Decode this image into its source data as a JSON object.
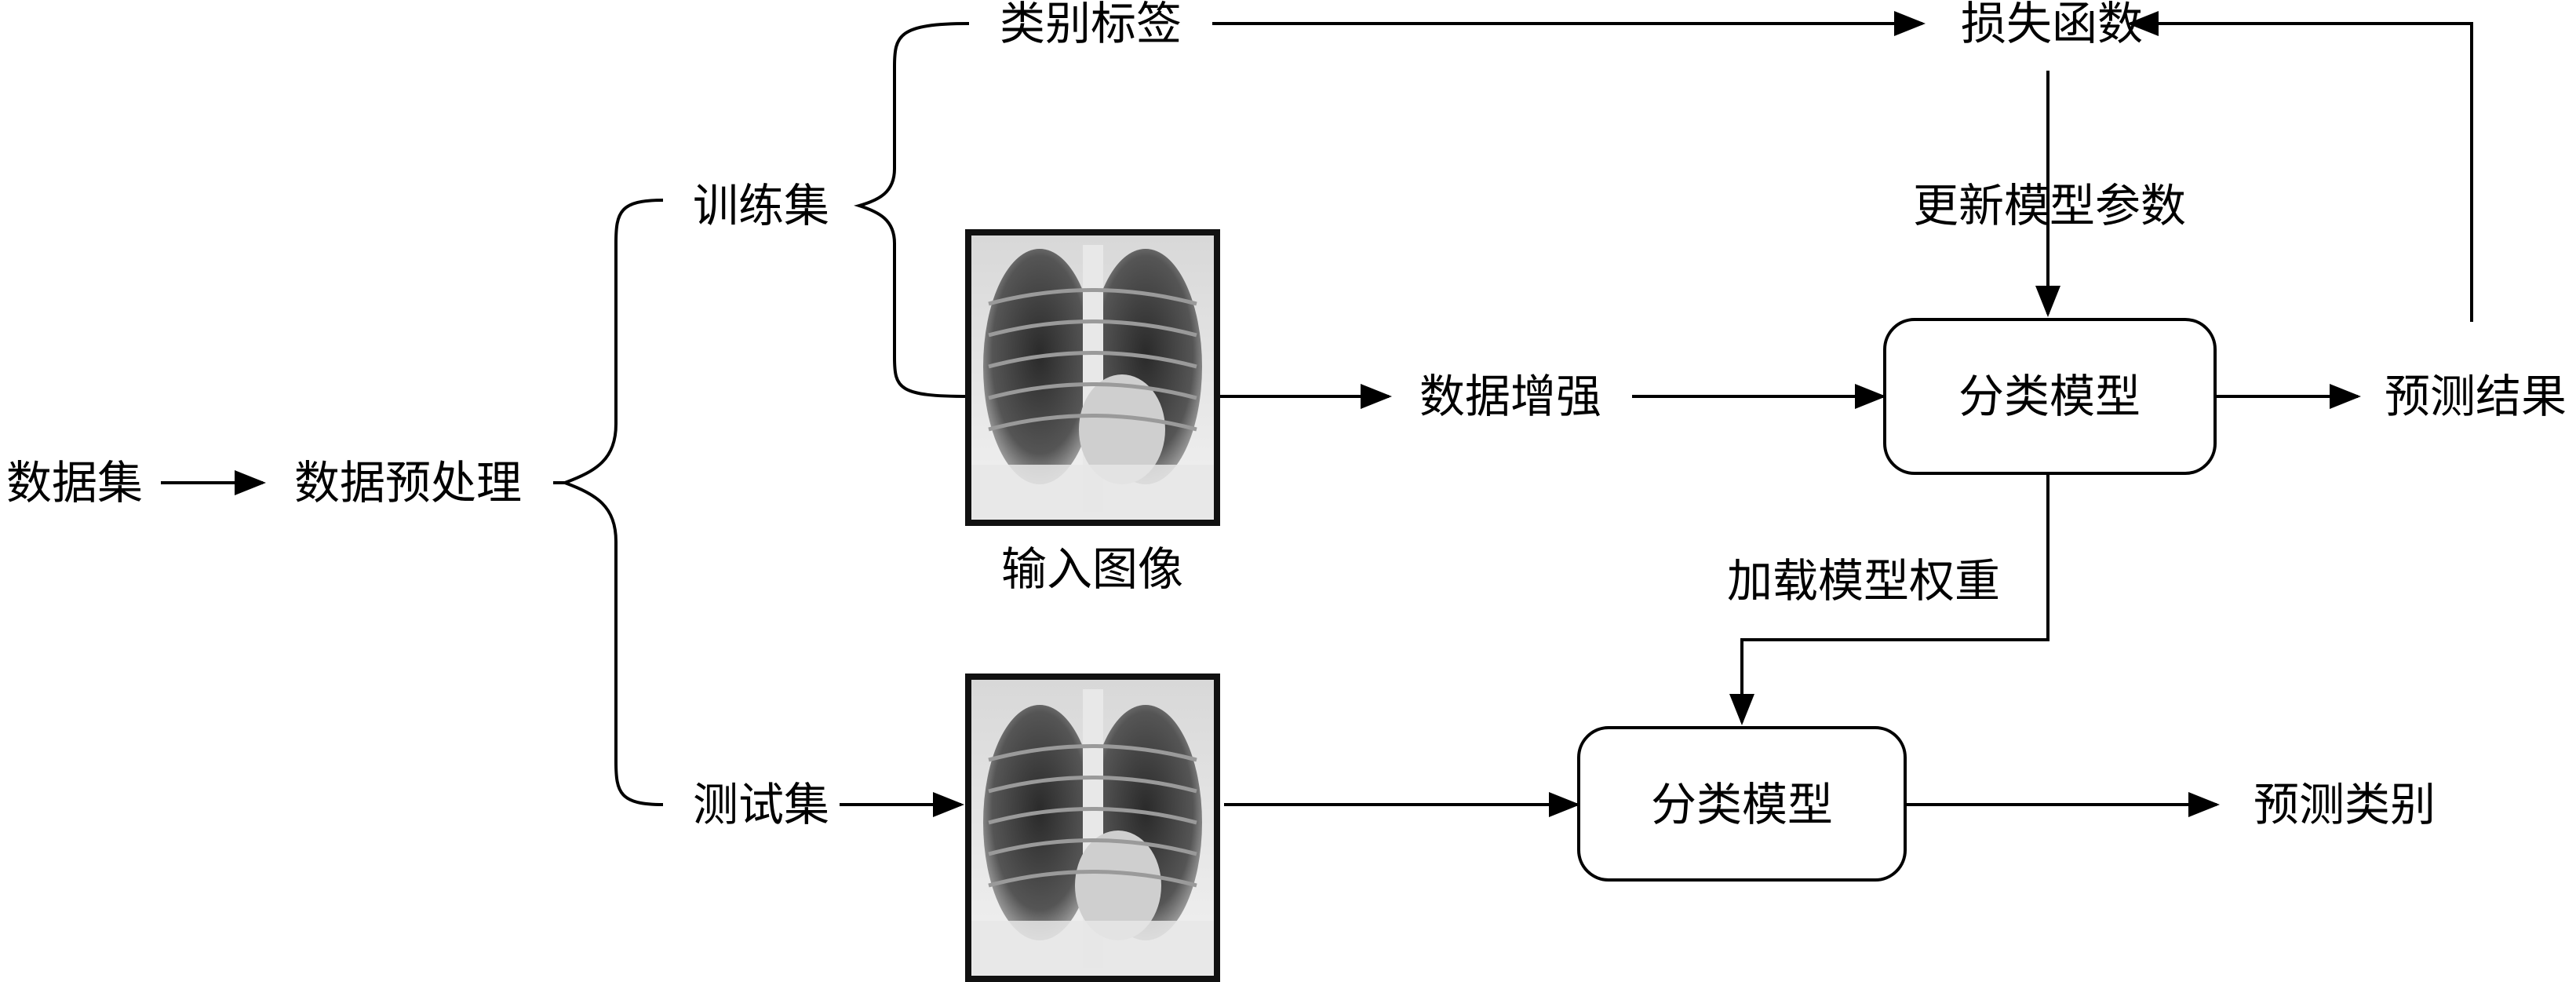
{
  "nodes": {
    "dataset": "数据集",
    "preprocess": "数据预处理",
    "train_set": "训练集",
    "class_labels": "类别标签",
    "loss_function": "损失函数",
    "update_params": "更新模型参数",
    "input_image": "输入图像",
    "data_augment": "数据增强",
    "classifier_train": "分类模型",
    "predict_result": "预测结果",
    "load_weights": "加载模型权重",
    "test_set": "测试集",
    "classifier_test": "分类模型",
    "predict_class": "预测类别"
  },
  "colors": {
    "stroke": "#000000",
    "background": "#ffffff"
  }
}
